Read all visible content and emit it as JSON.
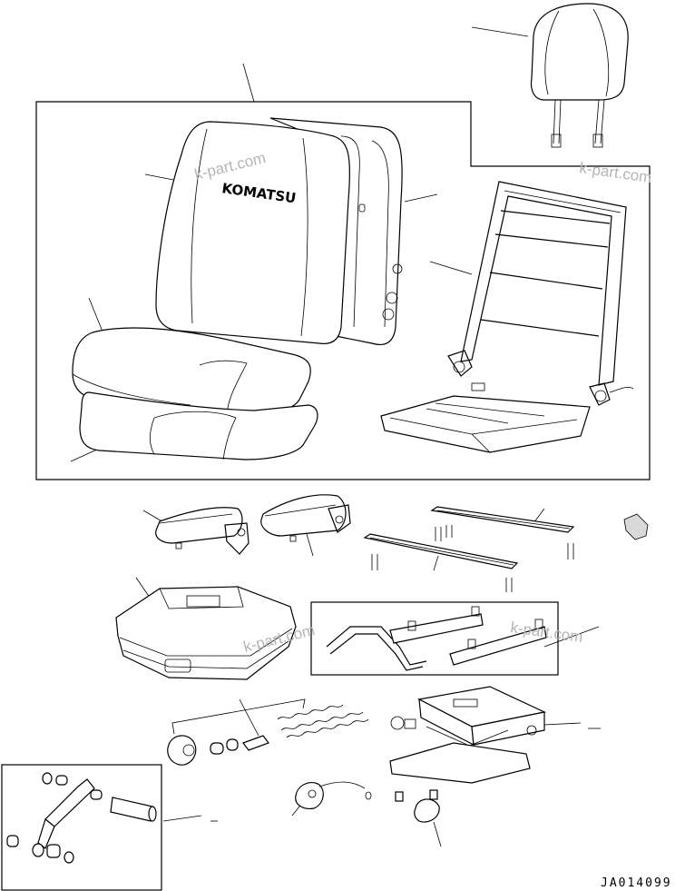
{
  "brand_label": "KOMATSU",
  "watermarks": [
    "k-part.com",
    "k-part.com",
    "k-part.com",
    "k-part.com"
  ],
  "drawing_code": "JA014099"
}
